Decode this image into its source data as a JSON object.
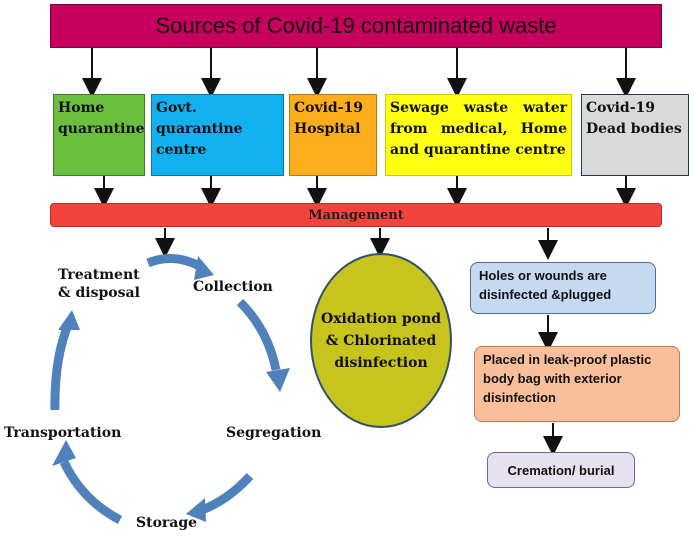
{
  "title": "Sources of Covid-19 contaminated waste",
  "sources": [
    {
      "label": "Home quarantine",
      "color": "#6abf3f"
    },
    {
      "label": "Govt. quarantine centre",
      "color": "#11b0ef"
    },
    {
      "label": "Covid-19 Hospital",
      "color": "#fbad1b"
    },
    {
      "label": "Sewage waste water from medical, Home and quarantine centre",
      "color": "#ffff11"
    },
    {
      "label": "Covid-19 Dead bodies",
      "color": "#d9d9d9"
    }
  ],
  "management": "Management",
  "cycle": {
    "treatment": "Treatment & disposal",
    "collection": "Collection",
    "segregation": "Segregation",
    "storage": "Storage",
    "transportation": "Transportation",
    "arrow_color": "#4f81bd"
  },
  "pond": {
    "label": "Oxidation pond & Chlorinated disinfection",
    "color": "#c6c41d"
  },
  "body_steps": [
    {
      "label": "Holes or wounds are disinfected &plugged",
      "color": "#c5d9f1"
    },
    {
      "label": "Placed in leak-proof plastic body bag with exterior disinfection",
      "color": "#f9be9a"
    },
    {
      "label": "Cremation/ burial",
      "color": "#e6e0ef"
    }
  ],
  "colors": {
    "title_bg": "#c7005e",
    "management_bg": "#f4433e"
  }
}
